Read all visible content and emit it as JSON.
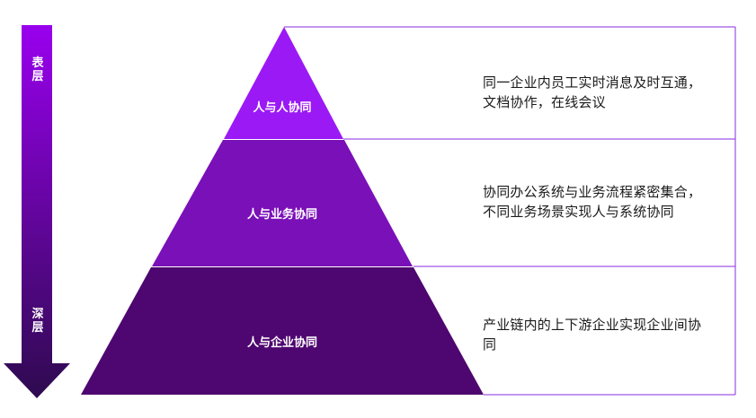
{
  "arrow": {
    "top_label": "表\n层",
    "bottom_label": "深\n层",
    "gradient_top": "#9900ee",
    "gradient_bottom": "#2e0a4f"
  },
  "tiers": [
    {
      "label": "人与人协同",
      "color": "#9b19f5",
      "description": "同一企业内员工实时消息及时互通，文档协作，在线会议"
    },
    {
      "label": "人与业务协同",
      "color": "#7a10b8",
      "description": "协同办公系统与业务流程紧密集合，不同业务场景实现人与系统协同"
    },
    {
      "label": "人与企业协同",
      "color": "#4e0670",
      "description": "产业链内的上下游企业实现企业间协同"
    }
  ],
  "frame_color": "#8a2be2"
}
